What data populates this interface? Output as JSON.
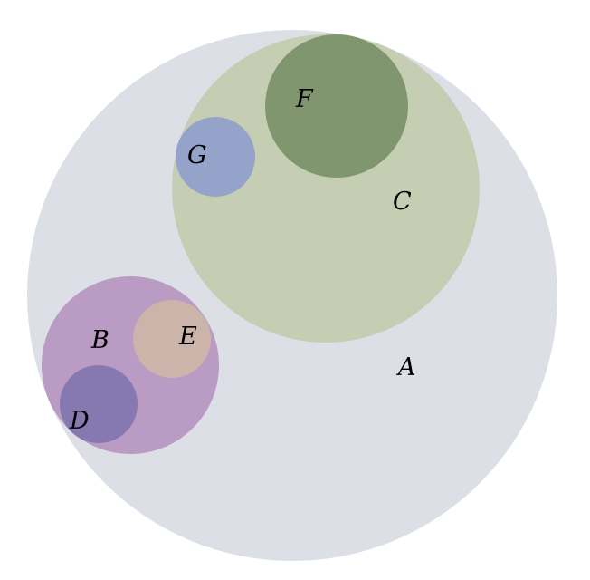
{
  "diagram": {
    "type": "euler",
    "sets": [
      {
        "id": "A",
        "label": "A",
        "color": "#dddfe6",
        "contained_in": null
      },
      {
        "id": "C",
        "label": "C",
        "color": "#c5ceb3",
        "contained_in": "A"
      },
      {
        "id": "F",
        "label": "F",
        "color": "#7f966e",
        "contained_in": "C"
      },
      {
        "id": "G",
        "label": "G",
        "color": "#95a3cb",
        "contained_in": "C"
      },
      {
        "id": "B",
        "label": "B",
        "color": "#b99bc3",
        "contained_in": "A"
      },
      {
        "id": "E",
        "label": "E",
        "color": "#cdb4aa",
        "contained_in": "B"
      },
      {
        "id": "D",
        "label": "D",
        "color": "#8678b0",
        "contained_in": "B"
      }
    ]
  }
}
